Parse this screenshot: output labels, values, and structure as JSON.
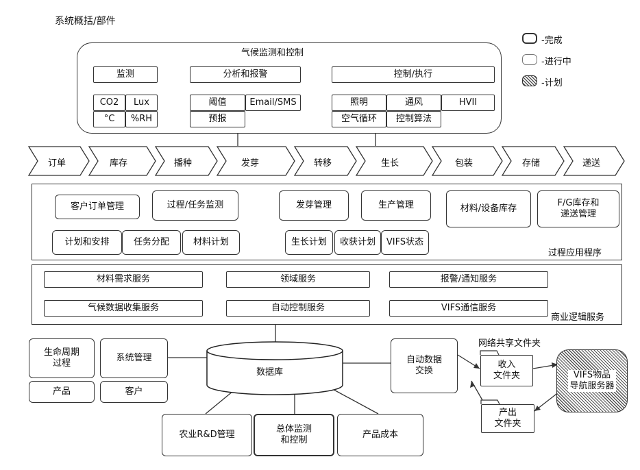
{
  "title": "系统概括/部件",
  "legend": {
    "complete": "-完成",
    "in_progress": "-进行中",
    "planned": "-计划"
  },
  "climate": {
    "title": "气候监测和控制",
    "monitor": "监测",
    "monitor_items": [
      "CO2",
      "Lux",
      "°C",
      "%RH"
    ],
    "analysis": "分析和报警",
    "threshold": "阈值",
    "email": "Email/SMS",
    "forecast": "预报",
    "control": "控制/执行",
    "control_items": [
      "照明",
      "通风",
      "HVII",
      "空气循环",
      "控制算法"
    ]
  },
  "stages": [
    "订单",
    "库存",
    "播种",
    "发芽",
    "转移",
    "生长",
    "包装",
    "存储",
    "递送"
  ],
  "apps": {
    "title": "过程应用程序",
    "order_mgmt": "客户订单管理",
    "process_monitor": "过程/任务监测",
    "germination_mgmt": "发芽管理",
    "production_mgmt": "生产管理",
    "material_inventory": "材料/设备库存",
    "fg_inventory": "F/G库存和\n递送管理",
    "planning": "计划和安排",
    "task_assign": "任务分配",
    "material_plan": "材料计划",
    "growth_plan": "生长计划",
    "harvest_plan": "收获计划",
    "vifs_status": "VIFS状态"
  },
  "services": {
    "title": "商业逻辑服务",
    "material_req": "材料需求服务",
    "domain": "领域服务",
    "alarm": "报警/通知服务",
    "climate_data": "气候数据收集服务",
    "auto_control": "自动控制服务",
    "vifs_comm": "VIFS通信服务"
  },
  "bottom": {
    "lifecycle": "生命周期\n过程",
    "system_mgmt": "系统管理",
    "product": "产品",
    "customer": "客户",
    "database": "数据库",
    "data_exchange": "自动数据\n交换",
    "agri_rd": "农业R&D管理",
    "overall": "总体监测\n和控制",
    "product_cost": "产品成本",
    "network_share": "网络共享文件夹",
    "inbox": "收入\n文件夹",
    "outbox": "产出\n文件夹",
    "vifs_server": "VIFS物品\n导航服务器"
  }
}
